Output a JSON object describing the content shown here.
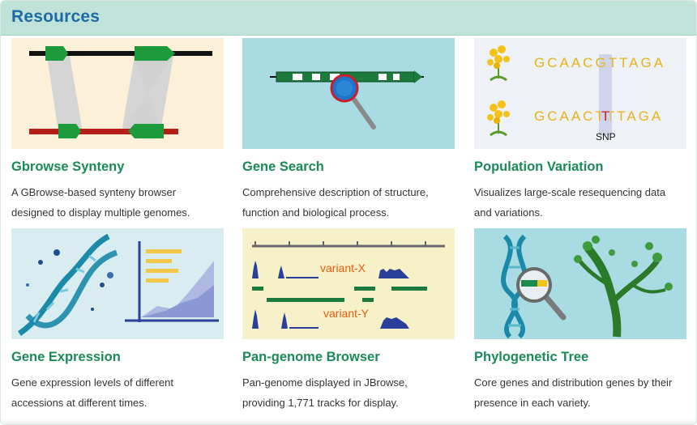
{
  "header": {
    "title": "Resources"
  },
  "cards": [
    {
      "title": "Gbrowse Synteny",
      "desc_line1": "A GBrowse-based synteny browser",
      "desc_line2": "designed to display multiple genomes."
    },
    {
      "title": "Gene Search",
      "desc_line1": "Comprehensive description of structure,",
      "desc_line2": "function and biological process."
    },
    {
      "title": "Population Variation",
      "desc_line1": "Visualizes large-scale resequencing data",
      "desc_line2": "and variations."
    },
    {
      "title": "Gene Expression",
      "desc_line1": "Gene expression levels of different",
      "desc_line2": "accessions at different times."
    },
    {
      "title": "Pan-genome Browser",
      "desc_line1": "Pan-genome displayed in JBrowse,",
      "desc_line2": "providing 1,771 tracks for display."
    },
    {
      "title": "Phylogenetic Tree",
      "desc_line1": "Core genes and distribution genes by their",
      "desc_line2": "presence in each variety."
    }
  ],
  "thumbs": {
    "variation": {
      "seq1": "GCAACGTTAGA",
      "seq2": "GCAACTTTAGA",
      "snp_label": "SNP"
    },
    "pangenome": {
      "label1": "variant-X",
      "label2": "variant-Y"
    }
  },
  "colors": {
    "accent": "#1b8a5a",
    "header_text": "#1f6aa5",
    "header_bg": "#bfe3d8"
  }
}
